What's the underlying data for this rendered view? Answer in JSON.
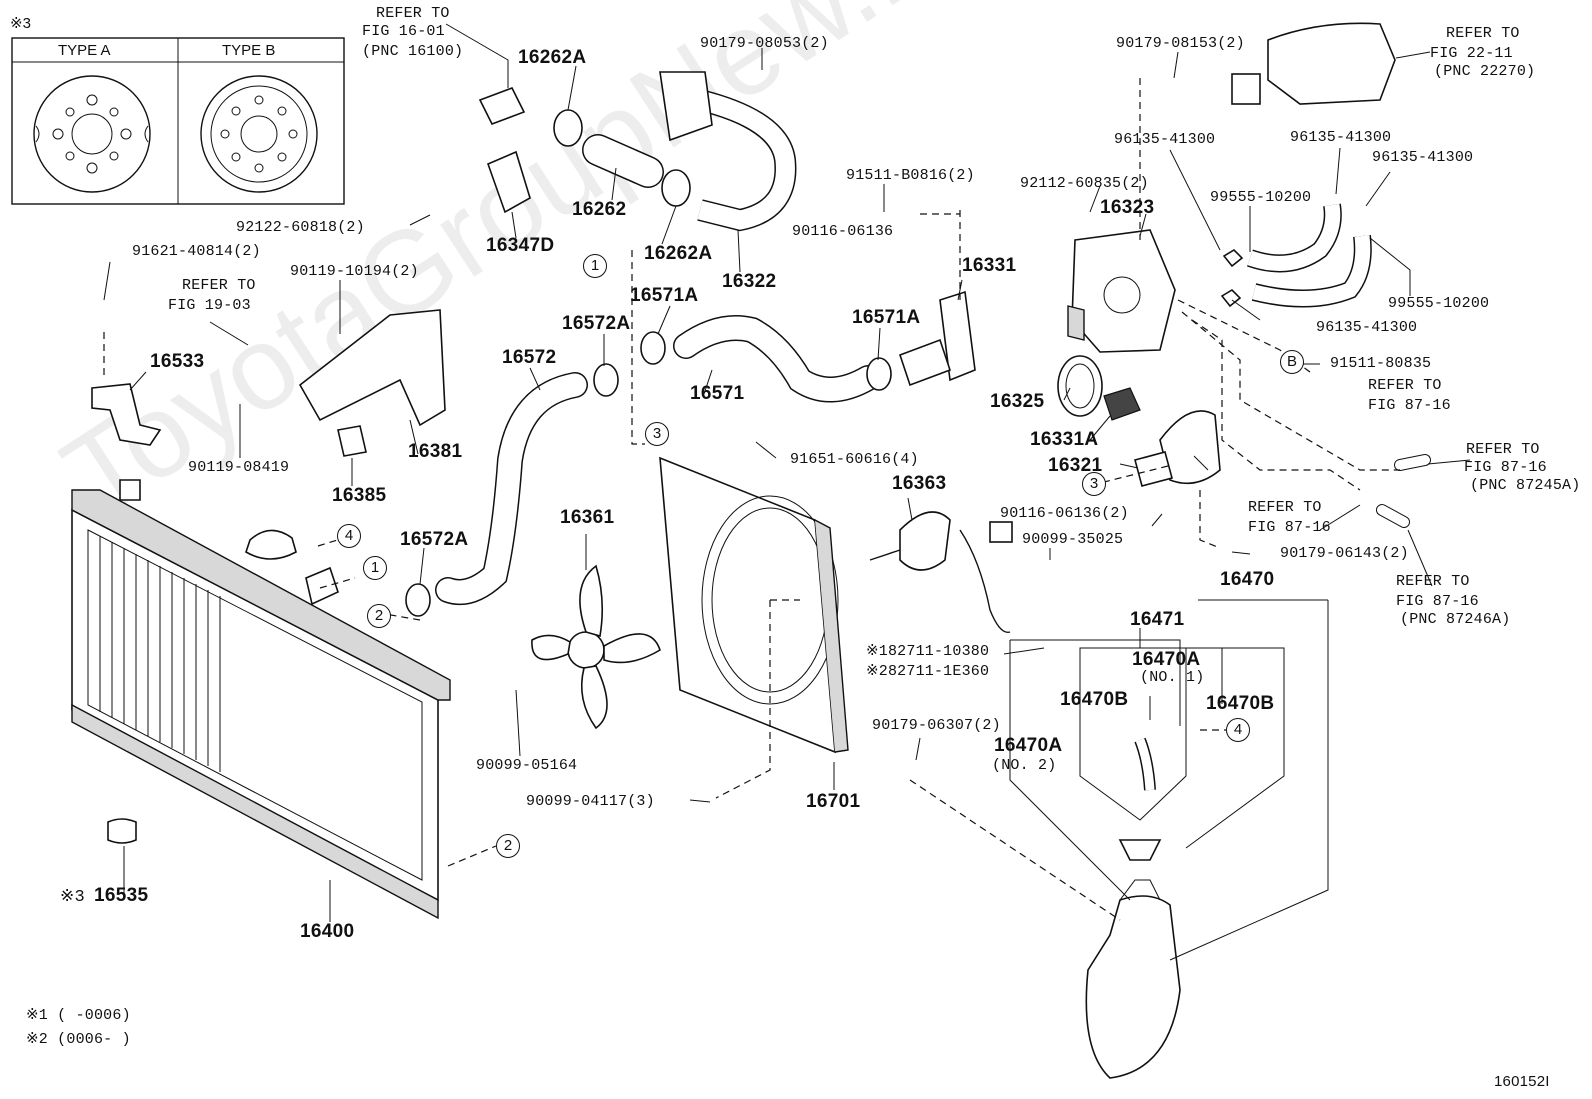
{
  "inset": {
    "mark": "※3",
    "type_a": "TYPE A",
    "type_b": "TYPE B"
  },
  "watermark": "ToyotaGroupNew.ru",
  "labels": {
    "refer_1601": "REFER TO",
    "refer_1601_b": "FIG 16-01",
    "refer_1601_c": "(PNC 16100)",
    "p16262A_top": "16262A",
    "p90179_08053": "90179-08053(2)",
    "p90179_08153": "90179-08153(2)",
    "refer_2211": "REFER TO",
    "refer_2211_b": "FIG 22-11",
    "refer_2211_c": "(PNC 22270)",
    "p16262": "16262",
    "p92122": "92122-60818(2)",
    "p16347D": "16347D",
    "p16262A_mid": "16262A",
    "p16322": "16322",
    "p91511_B0816": "91511-B0816(2)",
    "p90116_06136": "90116-06136",
    "p92112": "92112-60835(2)",
    "p16323": "16323",
    "p96135_a": "96135-41300",
    "p96135_b": "96135-41300",
    "p96135_c": "96135-41300",
    "p99555_a": "99555-10200",
    "p99555_b": "99555-10200",
    "p96135_d": "96135-41300",
    "p91511_80835": "91511-80835",
    "p91621": "91621-40814(2)",
    "refer_1903": "REFER TO",
    "refer_1903_b": "FIG 19-03",
    "p90119_10194": "90119-10194(2)",
    "p16533": "16533",
    "p16571A_a": "16571A",
    "p16572A_a": "16572A",
    "p16571A_b": "16571A",
    "p16331": "16331",
    "p16572": "16572",
    "p16571": "16571",
    "p16381": "16381",
    "p90119_08419": "90119-08419",
    "p16385": "16385",
    "p16325": "16325",
    "p16331A": "16331A",
    "p16321": "16321",
    "refer_8716a": "REFER TO",
    "refer_8716a_b": "FIG 87-16",
    "refer_8716b": "REFER TO",
    "refer_8716b_b": "FIG 87-16",
    "refer_8716b_c": "(PNC 87245A)",
    "p91651": "91651-60616(4)",
    "p16363": "16363",
    "p90116_06136_2": "90116-06136(2)",
    "refer_8716c": "REFER TO",
    "refer_8716c_b": "FIG 87-16",
    "p90099_35025": "90099-35025",
    "p90179_06143": "90179-06143(2)",
    "refer_8716d": "REFER TO",
    "refer_8716d_b": "FIG 87-16",
    "refer_8716d_c": "(PNC 87246A)",
    "p16361": "16361",
    "p16572A_b": "16572A",
    "p16470": "16470",
    "p16471": "16471",
    "p82711_10380": "※182711-10380",
    "p82711_1E360": "※282711-1E360",
    "p16470A_1": "16470A",
    "p16470A_1_no": "(NO. 1)",
    "p16470B_a": "16470B",
    "p16470B_b": "16470B",
    "p90179_06307": "90179-06307(2)",
    "p16470A_2": "16470A",
    "p16470A_2_no": "(NO. 2)",
    "p90099_05164": "90099-05164",
    "p90099_04117": "90099-04117(3)",
    "p16701": "16701",
    "p16535_mark": "※3",
    "p16535": "16535",
    "p16400": "16400",
    "note1": "※1 (      -0006)",
    "note2": "※2 (0006-       )",
    "fig_id": "160152I"
  },
  "callouts": {
    "c1": "1",
    "c2": "2",
    "c3": "3",
    "c4": "4",
    "cB": "B"
  }
}
